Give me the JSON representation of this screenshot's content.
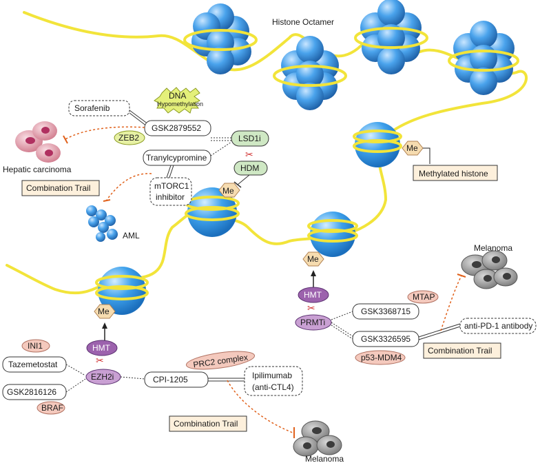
{
  "labels": {
    "histone_octamer": "Histone Octamer",
    "methylated_histone": "Methylated histone",
    "hepatic_carcinoma": "Hepatic carcinoma",
    "aml": "AML",
    "melanoma_top": "Melanoma",
    "melanoma_bottom": "Melanoma"
  },
  "drugs": {
    "sorafenib": "Sorafenib",
    "dna_hypo_1": "DNA",
    "dna_hypo_2": "Hypomethylation",
    "gsk2879552": "GSK2879552",
    "zeb2": "ZEB2",
    "lsd1i": "LSD1i",
    "tranylcypromine": "Tranylcypromine",
    "hdm": "HDM",
    "mtorc1_1": "mTORC1",
    "mtorc1_2": "inhibitor",
    "ini1": "INI1",
    "tazemetostat": "Tazemetostat",
    "gsk2816126": "GSK2816126",
    "braf": "BRAF",
    "ezh2i": "EZH2i",
    "cpi1205": "CPI-1205",
    "prc2": "PRC2 complex",
    "ipilimumab_1": "Ipilimumab",
    "ipilimumab_2": "(anti-CTL4)",
    "hmt_left": "HMT",
    "hmt_right": "HMT",
    "prmti": "PRMTi",
    "gsk3368715": "GSK3368715",
    "mtap": "MTAP",
    "gsk3326595": "GSK3326595",
    "anti_pd1": "anti-PD-1 antibody",
    "p53mdm4": "p53-MDM4"
  },
  "marks": {
    "me": "Me"
  },
  "combination": {
    "left": "Combination Trail",
    "right": "Combination Trail",
    "bottom": "Combination Trail"
  },
  "colors": {
    "dna": "#f2e43a",
    "histone": "#3f9be0",
    "hmt": "#9c62ad",
    "lsd1": "#cfe8c4",
    "salmon": "#f4c9bd",
    "me": "#f6dcb0",
    "box_fill": "#fdf0dc",
    "inhibit": "#e0601a"
  }
}
